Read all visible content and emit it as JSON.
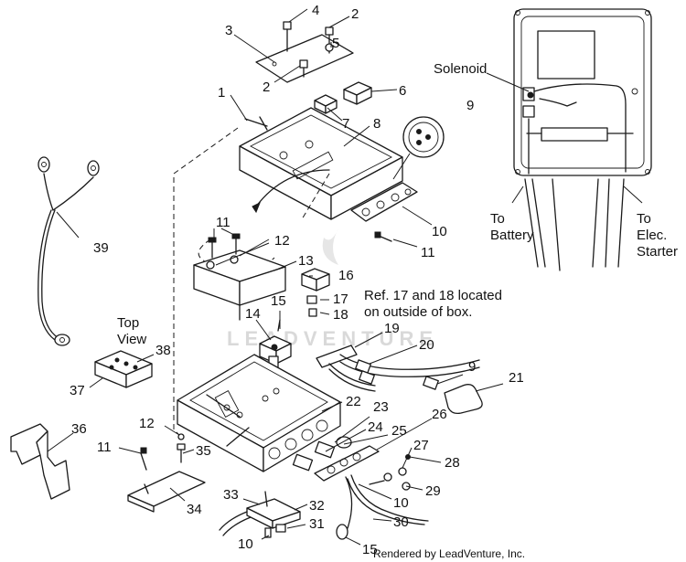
{
  "callouts": [
    {
      "id": "c1",
      "text": "1"
    },
    {
      "id": "c2a",
      "text": "2"
    },
    {
      "id": "c2b",
      "text": "2"
    },
    {
      "id": "c3",
      "text": "3"
    },
    {
      "id": "c4",
      "text": "4"
    },
    {
      "id": "c5",
      "text": "5"
    },
    {
      "id": "c6",
      "text": "6"
    },
    {
      "id": "c7",
      "text": "7"
    },
    {
      "id": "c8",
      "text": "8"
    },
    {
      "id": "c9a",
      "text": "9"
    },
    {
      "id": "c9b",
      "text": "9"
    },
    {
      "id": "c10a",
      "text": "10"
    },
    {
      "id": "c10b",
      "text": "10"
    },
    {
      "id": "c10c",
      "text": "10"
    },
    {
      "id": "c11a",
      "text": "11"
    },
    {
      "id": "c11b",
      "text": "11"
    },
    {
      "id": "c11c",
      "text": "11"
    },
    {
      "id": "c12a",
      "text": "12"
    },
    {
      "id": "c12b",
      "text": "12"
    },
    {
      "id": "c13",
      "text": "13"
    },
    {
      "id": "c14",
      "text": "14"
    },
    {
      "id": "c15a",
      "text": "15"
    },
    {
      "id": "c15b",
      "text": "15"
    },
    {
      "id": "c16",
      "text": "16"
    },
    {
      "id": "c17",
      "text": "17"
    },
    {
      "id": "c18",
      "text": "18"
    },
    {
      "id": "c19",
      "text": "19"
    },
    {
      "id": "c20",
      "text": "20"
    },
    {
      "id": "c21",
      "text": "21"
    },
    {
      "id": "c22",
      "text": "22"
    },
    {
      "id": "c23",
      "text": "23"
    },
    {
      "id": "c24",
      "text": "24"
    },
    {
      "id": "c25",
      "text": "25"
    },
    {
      "id": "c26",
      "text": "26"
    },
    {
      "id": "c27",
      "text": "27"
    },
    {
      "id": "c28",
      "text": "28"
    },
    {
      "id": "c29",
      "text": "29"
    },
    {
      "id": "c30",
      "text": "30"
    },
    {
      "id": "c31",
      "text": "31"
    },
    {
      "id": "c32",
      "text": "32"
    },
    {
      "id": "c33",
      "text": "33"
    },
    {
      "id": "c34",
      "text": "34"
    },
    {
      "id": "c35",
      "text": "35"
    },
    {
      "id": "c36",
      "text": "36"
    },
    {
      "id": "c37",
      "text": "37"
    },
    {
      "id": "c38",
      "text": "38"
    },
    {
      "id": "c39",
      "text": "39"
    }
  ],
  "labels": {
    "solenoid": "Solenoid",
    "to_battery_1": "To",
    "to_battery_2": "Battery",
    "to_starter_1": "To",
    "to_starter_2": "Elec.",
    "to_starter_3": "Starter",
    "top_view_1": "Top",
    "top_view_2": "View",
    "ref_note_1": "Ref. 17 and 18 located",
    "ref_note_2": "on outside of box.",
    "watermark": "LEADVENTURE",
    "credit": "Rendered by LeadVenture, Inc."
  }
}
